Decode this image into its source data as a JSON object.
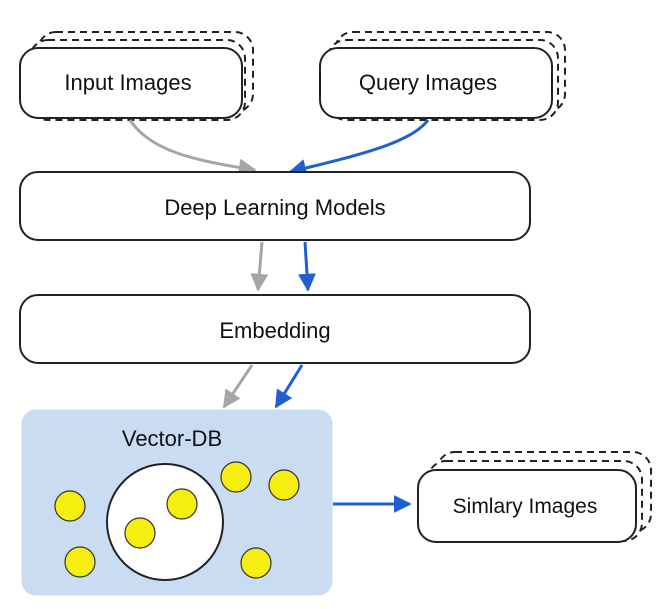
{
  "nodes": {
    "input_images": {
      "label": "Input Images"
    },
    "query_images": {
      "label": "Query Images"
    },
    "deep_learning_models": {
      "label": "Deep Learning Models"
    },
    "embedding": {
      "label": "Embedding"
    },
    "vector_db": {
      "label": "Vector-DB",
      "fill": "#c9dcf2",
      "point_color": "#f5ee10"
    },
    "similar_images": {
      "label": "Simlary Images"
    }
  },
  "colors": {
    "input_path": "#a6a6a6",
    "query_path": "#1f5fd0",
    "box_border": "#222222"
  }
}
